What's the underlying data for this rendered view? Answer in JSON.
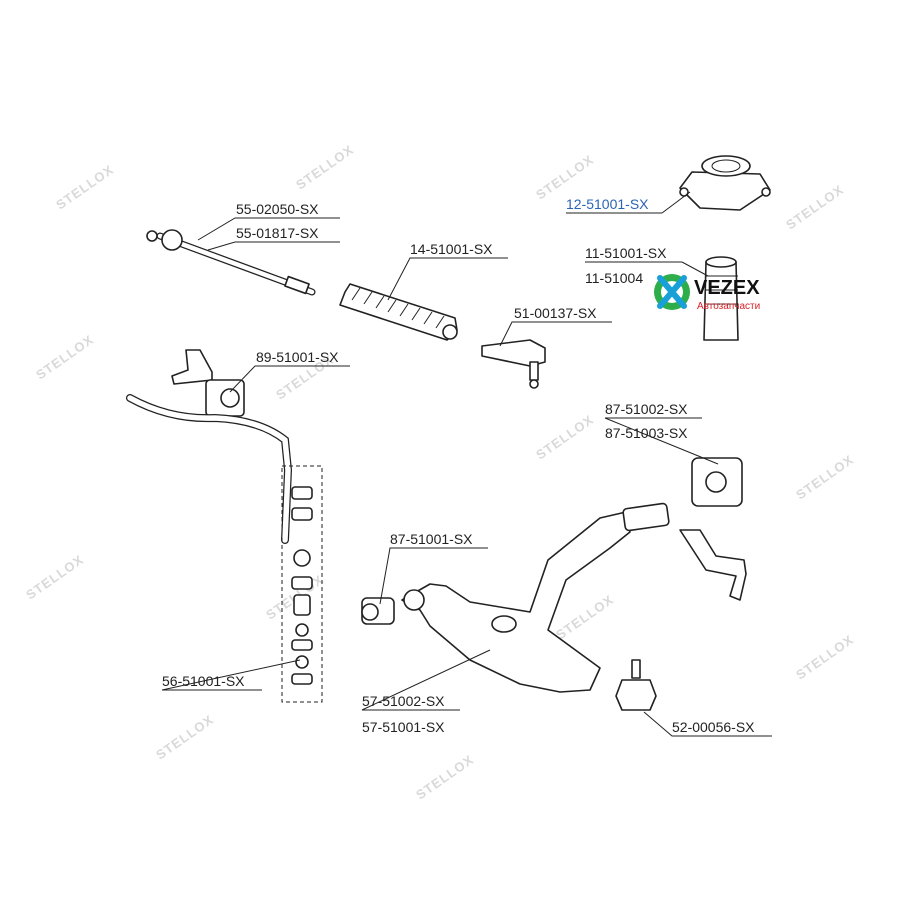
{
  "parts": [
    {
      "id": "p1",
      "label": "55-02050-SX"
    },
    {
      "id": "p2",
      "label": "55-01817-SX"
    },
    {
      "id": "p3",
      "label": "14-51001-SX"
    },
    {
      "id": "p4",
      "label": "51-00137-SX"
    },
    {
      "id": "p5",
      "label": "89-51001-SX"
    },
    {
      "id": "p6",
      "label": "12-51001-SX"
    },
    {
      "id": "p7",
      "label": "11-51001-SX"
    },
    {
      "id": "p8",
      "label": "11-51004"
    },
    {
      "id": "p9",
      "label": "87-51002-SX"
    },
    {
      "id": "p10",
      "label": "87-51003-SX"
    },
    {
      "id": "p11",
      "label": "87-51001-SX"
    },
    {
      "id": "p12",
      "label": "56-51001-SX"
    },
    {
      "id": "p13",
      "label": "57-51002-SX"
    },
    {
      "id": "p14",
      "label": "57-51001-SX"
    },
    {
      "id": "p15",
      "label": "52-00056-SX"
    }
  ],
  "watermark": "STELLOX",
  "logo": {
    "name": "VEZEX",
    "subtitle": "Автозапчасти",
    "accent": "#1aa0d8",
    "green": "#2eae4a"
  },
  "colors": {
    "highlight": "#2b64b5",
    "line": "#222222"
  }
}
